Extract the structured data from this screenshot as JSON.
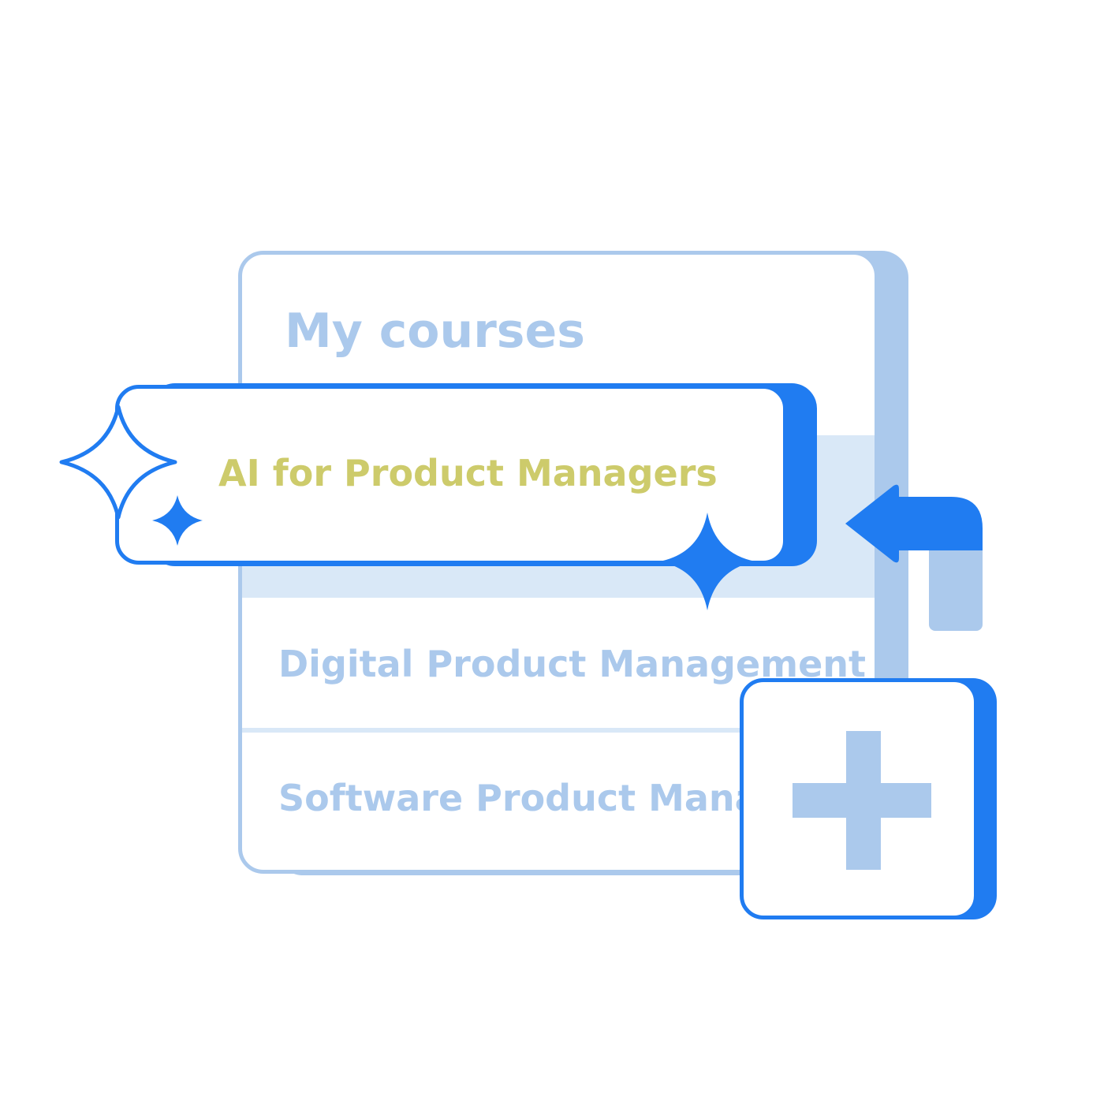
{
  "courses_panel": {
    "title": "My courses",
    "items": [
      {
        "label": "AI for Product Managers"
      },
      {
        "label": "Digital Product Management"
      },
      {
        "label": "Software Product Management"
      }
    ]
  },
  "highlighted_course": {
    "label": "AI for Product Managers"
  },
  "icons": {
    "sparkle_large": "sparkle-outline-icon",
    "sparkle_small": "sparkle-filled-icon",
    "sparkle_bottom": "sparkle-filled-icon",
    "arrow": "arrow-left-icon",
    "add": "plus-icon"
  },
  "colors": {
    "primary_blue": "#207cf1",
    "light_blue": "#abc9ec",
    "pale_blue": "#d9e8f7",
    "accent_text": "#cdcb6b"
  }
}
